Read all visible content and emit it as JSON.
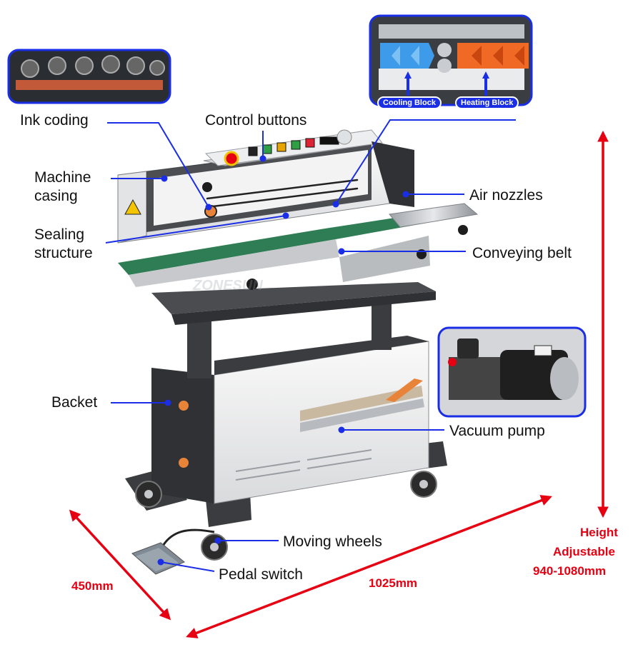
{
  "colors": {
    "callout": "#1a2ee6",
    "dimension": "#e60012",
    "frame": "#2d2f33",
    "belt": "#2f7d55"
  },
  "labels": {
    "ink_coding": "Ink coding",
    "control_buttons": "Control buttons",
    "machine_casing_1": "Machine",
    "machine_casing_2": "casing",
    "air_nozzles": "Air nozzles",
    "sealing_structure_1": "Sealing",
    "sealing_structure_2": "structure",
    "conveying_belt": "Conveying belt",
    "backet": "Backet",
    "vacuum_pump": "Vacuum pump",
    "moving_wheels": "Moving wheels",
    "pedal_switch": "Pedal switch"
  },
  "inset_tags": {
    "cooling": "Cooling Block",
    "heating": "Heating Block"
  },
  "watermark": "ZONESUN",
  "dimensions": {
    "depth": "450mm",
    "length": "1025mm",
    "height_1": "Height",
    "height_2": "Adjustable",
    "height_3": "940-1080mm"
  }
}
